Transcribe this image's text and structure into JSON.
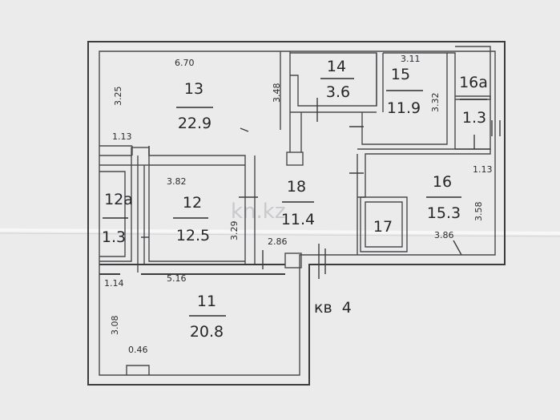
{
  "apartment_label": "кв  4",
  "watermark": "kn.kz",
  "rooms": [
    {
      "number": "13",
      "area": "22.9"
    },
    {
      "number": "14",
      "area": "3.6"
    },
    {
      "number": "15",
      "area": "11.9"
    },
    {
      "number": "16а",
      "area": "1.3"
    },
    {
      "number": "16",
      "area": "15.3"
    },
    {
      "number": "18",
      "area": "11.4"
    },
    {
      "number": "17",
      "area": ""
    },
    {
      "number": "12",
      "area": "12.5"
    },
    {
      "number": "12а",
      "area": "1.3"
    },
    {
      "number": "11",
      "area": "20.8"
    }
  ],
  "dimensions": [
    "6.70",
    "3.25",
    "1.13",
    "3.48",
    "3.11",
    "3.32",
    "3.82",
    "3.29",
    "2.86",
    "1.13",
    "3.58",
    "3.86",
    "1.14",
    "5.16",
    "3.08",
    "0.46"
  ]
}
